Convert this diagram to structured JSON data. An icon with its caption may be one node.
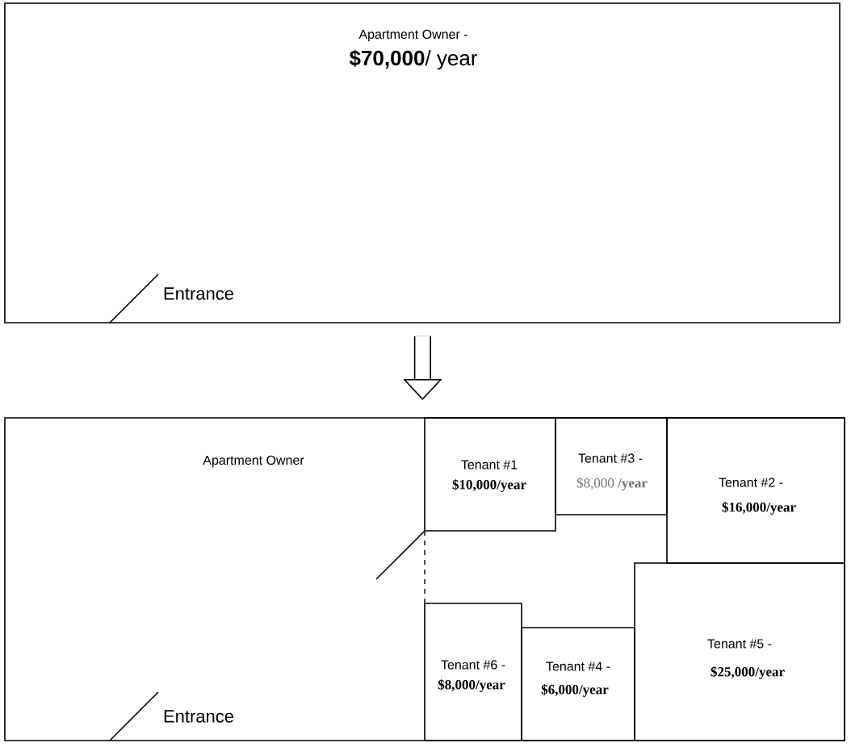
{
  "diagram": {
    "nodes": [
      {
        "text": [
          "Apartment Owner -",
          "**$70,000**/ year"
        ]
      },
      {
        "text": [
          "Apartment Owner"
        ]
      },
      {
        "text": [
          "Tenant #1",
          "$10,000/year"
        ],
        "in": 1
      },
      {
        "text": [
          "Tenant #3 -",
          "$8,000 **/year**"
        ],
        "in": 1
      },
      {
        "text": [
          "Tenant #2 -",
          "$16,000/year"
        ],
        "in": 1
      },
      {
        "text": [
          "Tenant #6 -",
          "$8,000/year"
        ],
        "in": 1
      },
      {
        "text": [
          "Tenant #4 -",
          "$6,000/year"
        ],
        "in": 1
      },
      {
        "text": [
          "Tenant #5 -",
          "$25,000/year"
        ],
        "in": 1
      }
    ],
    "edges": [
      {
        "from": 0,
        "to": 1,
        "arrow": "to"
      }
    ],
    "labels": [
      "Entrance",
      "Entrance"
    ]
  }
}
